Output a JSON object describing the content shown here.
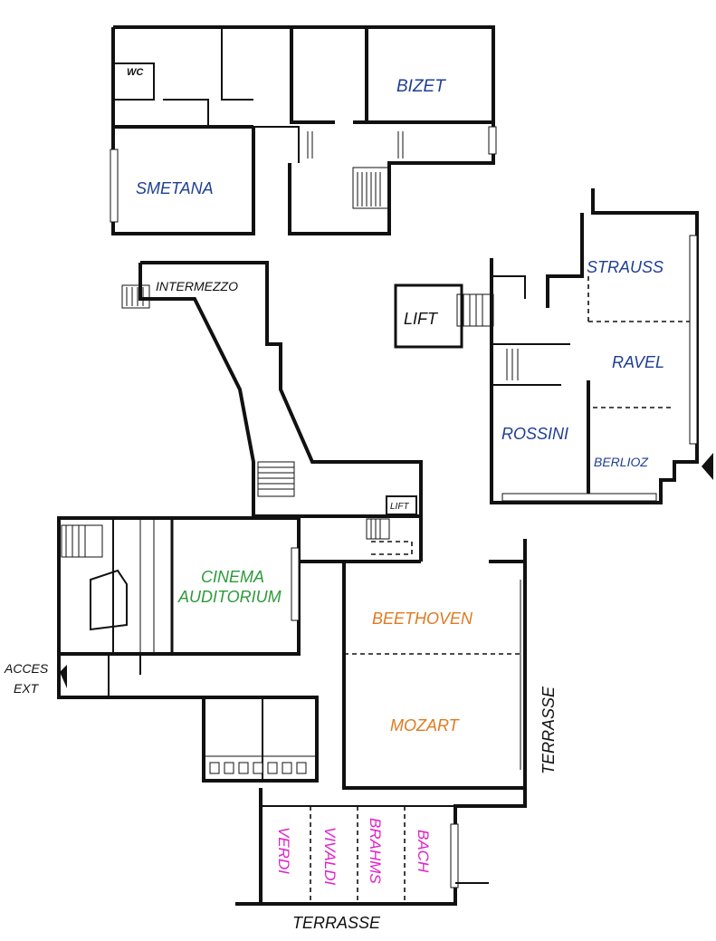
{
  "colors": {
    "blue_rooms": "#1f3f94",
    "green_rooms": "#2e9a3a",
    "orange_rooms": "#e07a1e",
    "magenta_rooms": "#e020c8",
    "black_labels": "#111111",
    "walls": "#111111"
  },
  "upper_floor": {
    "bizet": "BIZET",
    "smetana": "SMETANA",
    "wc": "WC"
  },
  "middle": {
    "intermezzo": "INTERMEZZO",
    "lift_large": "LIFT",
    "lift_small": "LIFT"
  },
  "east_wing": {
    "strauss": "STRAUSS",
    "ravel": "RAVEL",
    "rossini": "ROSSINI",
    "berlioz": "BERLIOZ"
  },
  "ground_floor": {
    "cinema_line1": "CINEMA",
    "cinema_line2": "AUDITORIUM",
    "beethoven": "BEETHOVEN",
    "mozart": "MOZART",
    "acces_line1": "ACCES",
    "acces_line2": "EXT",
    "terrasse_right": "TERRASSE",
    "terrasse_bottom": "TERRASSE"
  },
  "small_rooms": {
    "verdi": "VERDI",
    "vivaldi": "VIVALDI",
    "brahms": "BRAHMS",
    "bach": "BACH"
  },
  "icons": {
    "entrance_arrow_left": "triangle-left-icon",
    "entrance_arrow_right": "triangle-left-icon"
  }
}
